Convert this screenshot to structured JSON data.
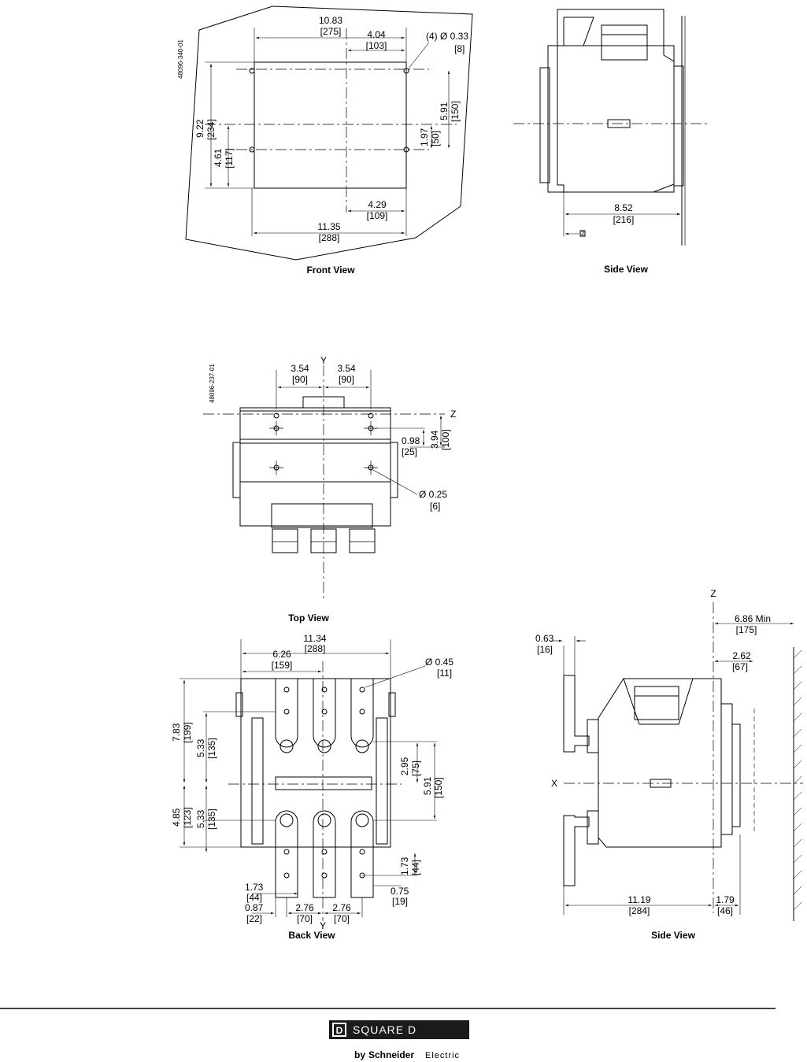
{
  "drawing_ids": {
    "upper": "48096-340-01",
    "lower": "48096-237-01"
  },
  "views": {
    "front": "Front View",
    "side_upper": "Side View",
    "top": "Top View",
    "back": "Back View",
    "side_lower": "Side View"
  },
  "front": {
    "width_top": "10.83",
    "width_top_mm": "[275]",
    "half_top": "4.04",
    "half_top_mm": "[103]",
    "holes": "(4) Ø 0.33",
    "holes_mm": "[8]",
    "height_total": "9.22",
    "height_total_mm": "[234]",
    "height_lower": "4.61",
    "height_lower_mm": "[117]",
    "hole_span_v": "5.91",
    "hole_span_v_mm": "[150]",
    "hole_half_v": "1.97",
    "hole_half_v_mm": "[50]",
    "half_bottom": "4.29",
    "half_bottom_mm": "[109]",
    "width_bottom": "11.35",
    "width_bottom_mm": "[288]"
  },
  "side_upper": {
    "depth": "8.52",
    "depth_mm": "[216]",
    "marker": "2"
  },
  "top": {
    "axis_y": "Y",
    "axis_z": "Z",
    "left": "3.54",
    "left_mm": "[90]",
    "right": "3.54",
    "right_mm": "[90]",
    "offset": "0.98",
    "offset_mm": "[25]",
    "depth": "3.94",
    "depth_mm": "[100]",
    "hole": "Ø 0.25",
    "hole_mm": "[6]"
  },
  "back": {
    "width": "11.34",
    "width_mm": "[288]",
    "half": "6.26",
    "half_mm": "[159]",
    "hole": "Ø 0.45",
    "hole_mm": "[11]",
    "h1": "7.83",
    "h1_mm": "[199]",
    "h2": "5.33",
    "h2_mm": "[135]",
    "h3": "4.85",
    "h3_mm": "[123]",
    "h4": "5.33",
    "h4_mm": "[135]",
    "r1": "2.95",
    "r1_mm": "[75]",
    "r2": "5.91",
    "r2_mm": "[150]",
    "r3": "1.73",
    "r3_mm": "[44]",
    "r4": "0.75",
    "r4_mm": "[19]",
    "b1": "1.73",
    "b1_mm": "[44]",
    "b2": "0.87",
    "b2_mm": "[22]",
    "b3": "2.76",
    "b3_mm": "[70]",
    "b4": "2.76",
    "b4_mm": "[70]",
    "axis_y": "Y"
  },
  "side_lower": {
    "axis_z": "Z",
    "axis_x": "X",
    "min": "6.86 Min",
    "min_mm": "[175]",
    "s1": "0.63",
    "s1_mm": "[16]",
    "s2": "2.62",
    "s2_mm": "[67]",
    "depth": "11.19",
    "depth_mm": "[284]",
    "rear": "1.79",
    "rear_mm": "[46]"
  },
  "footer": {
    "brand": "SQUARE D",
    "logo_letter": "D",
    "by": "by",
    "company": "Schneider",
    "company2": "Electric"
  }
}
